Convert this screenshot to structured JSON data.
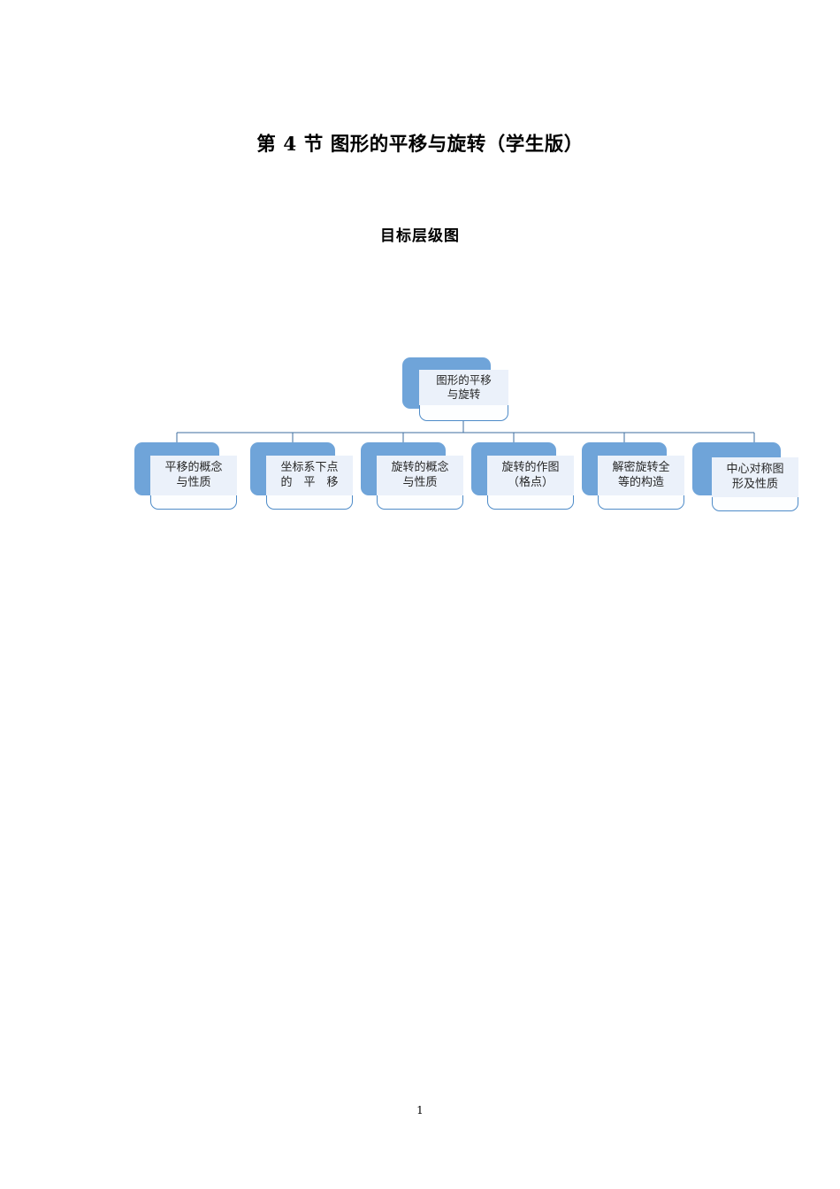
{
  "document": {
    "title": "第 4 节  图形的平移与旋转（学生版）",
    "subtitle": "目标层级图",
    "page_number": "1"
  },
  "diagram": {
    "type": "hierarchy-tree",
    "colors": {
      "shadow_fill": "#6FA4D9",
      "card_fill": "#FDFEFF",
      "card_border": "#4E8BC8",
      "text_panel_fill": "#EBF1FA",
      "connector_line": "#3C6E9F",
      "text": "#262626"
    },
    "root": {
      "label": "图形的平移\n与旋转"
    },
    "children": [
      {
        "label": "平移的概念\n与性质"
      },
      {
        "label": "坐标系下点\n的　平　移"
      },
      {
        "label": "旋转的概念\n与性质"
      },
      {
        "label": "旋转的作图\n（格点）"
      },
      {
        "label": "解密旋转全\n等的构造"
      },
      {
        "label": "中心对称图\n形及性质"
      }
    ]
  }
}
